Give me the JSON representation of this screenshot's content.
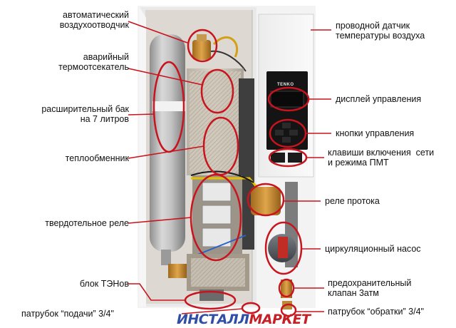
{
  "labels": {
    "air_vent": "автоматический\nвоздухоотводчик",
    "emergency_cutoff": "аварийный\nтермоотсекатель",
    "expansion_tank": "расширительный бак\nна 7 литров",
    "heat_exchanger": "теплообменник",
    "solid_state_relay": "твердотельное реле",
    "heater_block": "блок ТЭНов",
    "supply_pipe": "патрубок “подачи” 3/4\"",
    "air_temp_sensor": "проводной датчик\nтемпературы воздуха",
    "control_display": "дисплей управления",
    "control_buttons": "кнопки управления",
    "power_switches": "клавиши включения  сети\nи режима ПМТ",
    "flow_relay": "реле протока",
    "circulation_pump": "циркуляционный насос",
    "safety_valve": "предохранительный\nклапан 3атм",
    "return_pipe": "патрубок “обратки” 3/4\""
  },
  "device": {
    "brand": "TENKO"
  },
  "watermark": {
    "part1": "ИНСТАЛЛ",
    "part2": "МАРКЕТ"
  },
  "colors": {
    "annotation": "#c8141e",
    "watermark_blue": "#2f4fa6",
    "watermark_red": "#c62026"
  }
}
